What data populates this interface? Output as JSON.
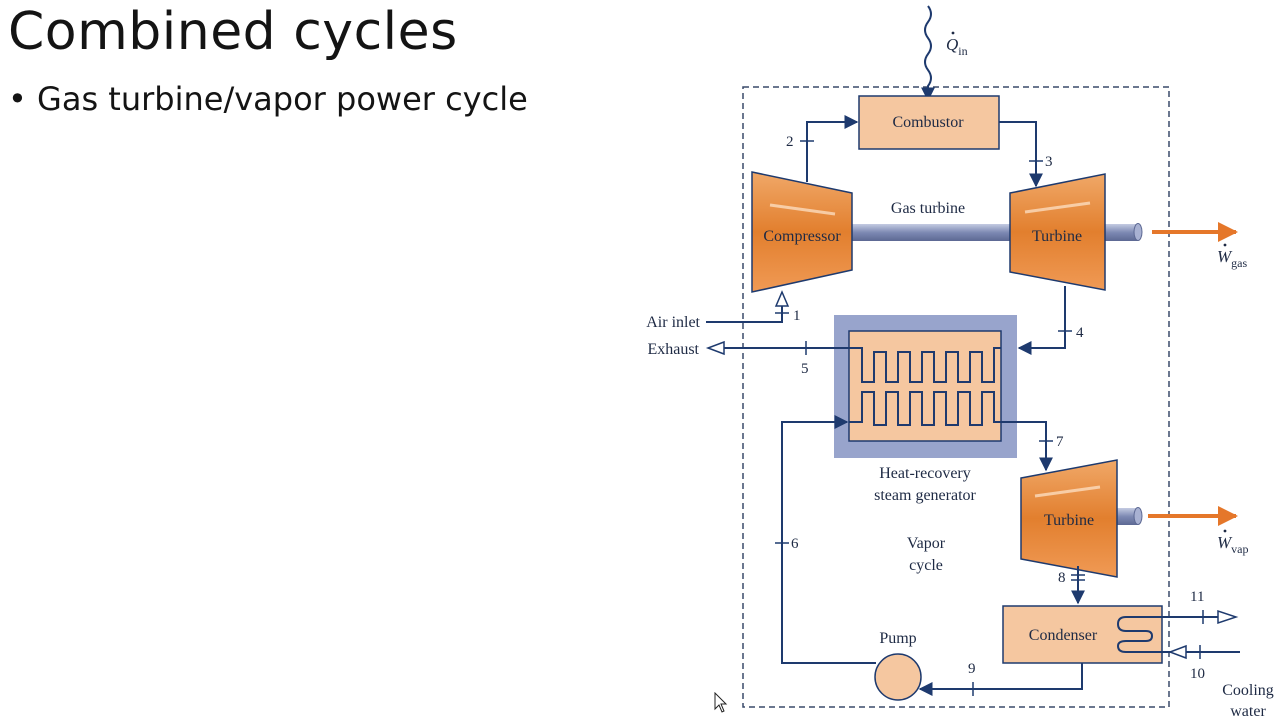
{
  "slide": {
    "title": "Combined cycles",
    "bullet_marker": "•",
    "bullet": "Gas turbine/vapor power cycle"
  },
  "diagram": {
    "heat_input": {
      "symbol": "Q",
      "subscript": "in"
    },
    "combustor": "Combustor",
    "compressor": "Compressor",
    "gas_turbine": "Turbine",
    "gas_turbine_label": "Gas turbine",
    "work_gas": {
      "symbol": "W",
      "subscript": "gas"
    },
    "air_inlet": "Air inlet",
    "exhaust": "Exhaust",
    "hrsg_label_line1": "Heat-recovery",
    "hrsg_label_line2": "steam generator",
    "vapor_turbine": "Turbine",
    "work_vap": {
      "symbol": "W",
      "subscript": "vap"
    },
    "vapor_cycle_line1": "Vapor",
    "vapor_cycle_line2": "cycle",
    "pump": "Pump",
    "condenser": "Condenser",
    "cooling_water_line1": "Cooling",
    "cooling_water_line2": "water",
    "states": [
      "1",
      "2",
      "3",
      "4",
      "5",
      "6",
      "7",
      "8",
      "9",
      "10",
      "11"
    ]
  },
  "colors": {
    "line": "#1e3a6e",
    "component_fill": "#f5c7a0",
    "turbine_orange": "#e98b3a",
    "work_arrow": "#e5772a",
    "hrsg_frame": "#98a4cc",
    "shaft": "#8c97bd",
    "boundary": "#3a4a6a"
  }
}
